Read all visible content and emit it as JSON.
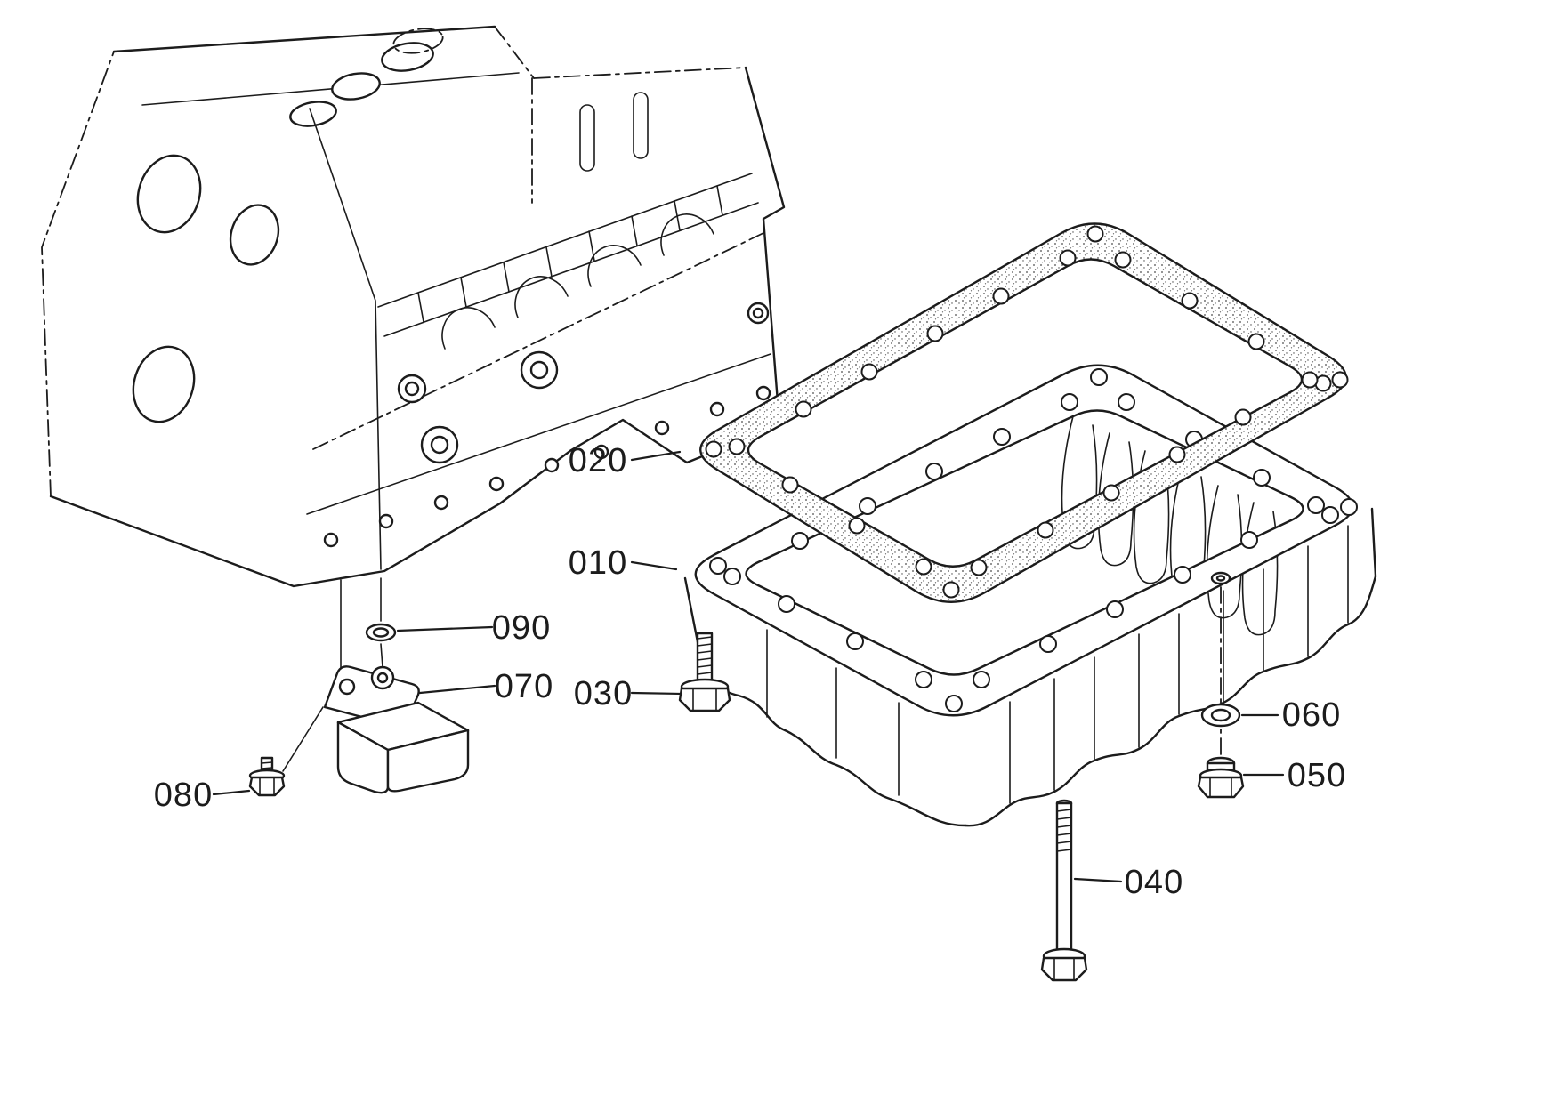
{
  "page": {
    "background": "#ffffff",
    "ink": "#1c1c1c",
    "kind": "exploded-parts-diagram"
  },
  "callouts": {
    "c010": {
      "label": "010"
    },
    "c020": {
      "label": "020"
    },
    "c030": {
      "label": "030"
    },
    "c040": {
      "label": "040"
    },
    "c050": {
      "label": "050"
    },
    "c060": {
      "label": "060"
    },
    "c070": {
      "label": "070"
    },
    "c080": {
      "label": "080"
    },
    "c090": {
      "label": "090"
    }
  }
}
